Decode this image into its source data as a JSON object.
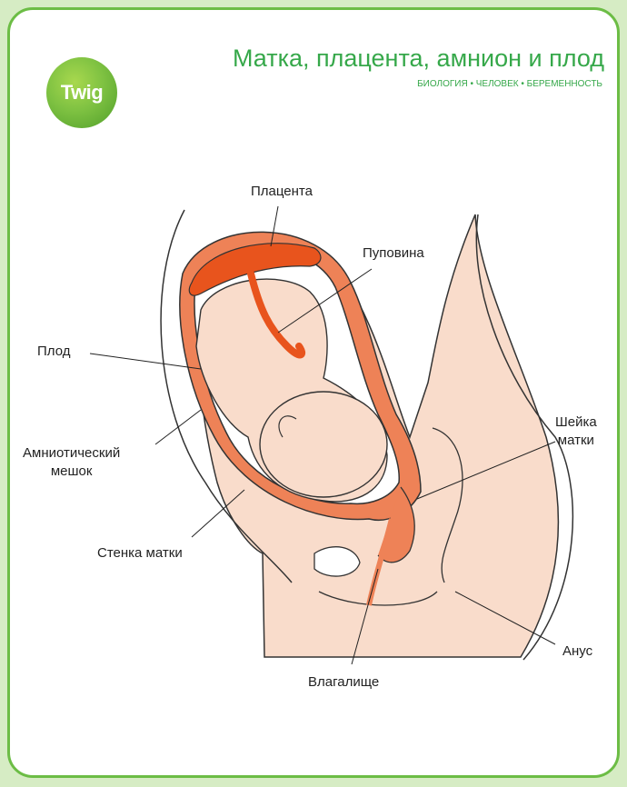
{
  "header": {
    "title": "Матка, плацента, амнион и плод",
    "subtitle": "БИОЛОГИЯ • ЧЕЛОВЕК • БЕРЕМЕННОСТЬ"
  },
  "logo": {
    "text": "Twig",
    "color": "#7fc242"
  },
  "labels": {
    "placenta": "Плацента",
    "umbilical_cord": "Пуповина",
    "fetus": "Плод",
    "amniotic_sac_line1": "Амниотический",
    "amniotic_sac_line2": "мешок",
    "uterine_wall": "Стенка матки",
    "cervix_line1": "Шейка",
    "cervix_line2": "матки",
    "anus": "Анус",
    "vagina": "Влагалище"
  },
  "colors": {
    "background": "#d6ecc4",
    "frame": "#6cbd45",
    "accent_green": "#36a84a",
    "skin": "#f9dccb",
    "uterus": "#ee8257",
    "placenta": "#e8541d"
  }
}
